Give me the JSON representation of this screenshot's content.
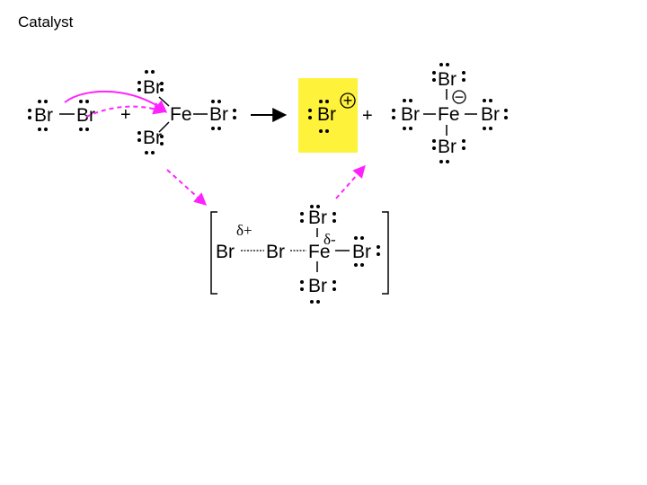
{
  "slide": {
    "title": "Catalyst"
  },
  "reactants": {
    "br2": {
      "left": "Br",
      "right": "Br"
    },
    "plus": "+",
    "febr3": {
      "center": "Fe",
      "top": "Br",
      "right": "Br",
      "bottom": "Br"
    }
  },
  "reaction_arrow": "→",
  "products": {
    "bromonium": {
      "atom": "Br",
      "charge": "+",
      "highlight": "#fff23a"
    },
    "plus": "+",
    "febr4": {
      "center": "Fe",
      "top": "Br",
      "left": "Br",
      "right": "Br",
      "bottom": "Br",
      "charge": "−"
    }
  },
  "intermediate": {
    "br_a": "Br",
    "br_b": "Br",
    "fe": "Fe",
    "br_top": "Br",
    "br_right": "Br",
    "br_bottom": "Br",
    "delta_plus": "δ+",
    "delta_minus": "δ-"
  },
  "colors": {
    "mechanism_arrow": "#ff22ff",
    "highlight": "#fff23a",
    "text": "#000000"
  }
}
